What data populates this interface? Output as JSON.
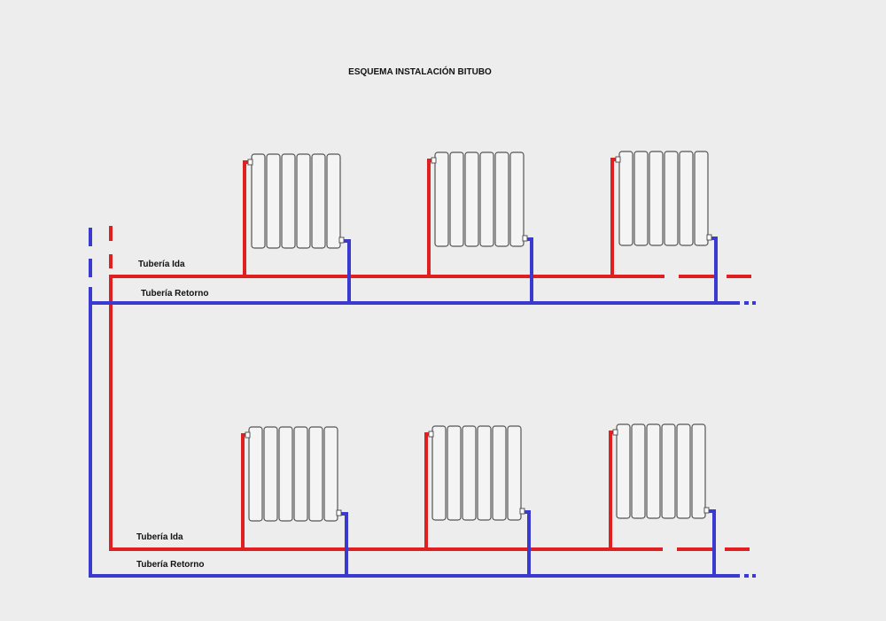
{
  "title": "ESQUEMA INSTALACIÓN BITUBO",
  "colors": {
    "supply": "#e02020",
    "return": "#3a3ad0",
    "radiator_fill": "#f4f4f4",
    "radiator_stroke": "#555555",
    "background": "#ededed"
  },
  "floors": [
    {
      "name": "upper-floor",
      "supply_label": "Tubería Ida",
      "return_label": "Tubería Retorno",
      "radiator_count": 3,
      "sections_per_radiator": 6
    },
    {
      "name": "lower-floor",
      "supply_label": "Tubería Ida",
      "return_label": "Tubería Retorno",
      "radiator_count": 3,
      "sections_per_radiator": 6
    }
  ]
}
